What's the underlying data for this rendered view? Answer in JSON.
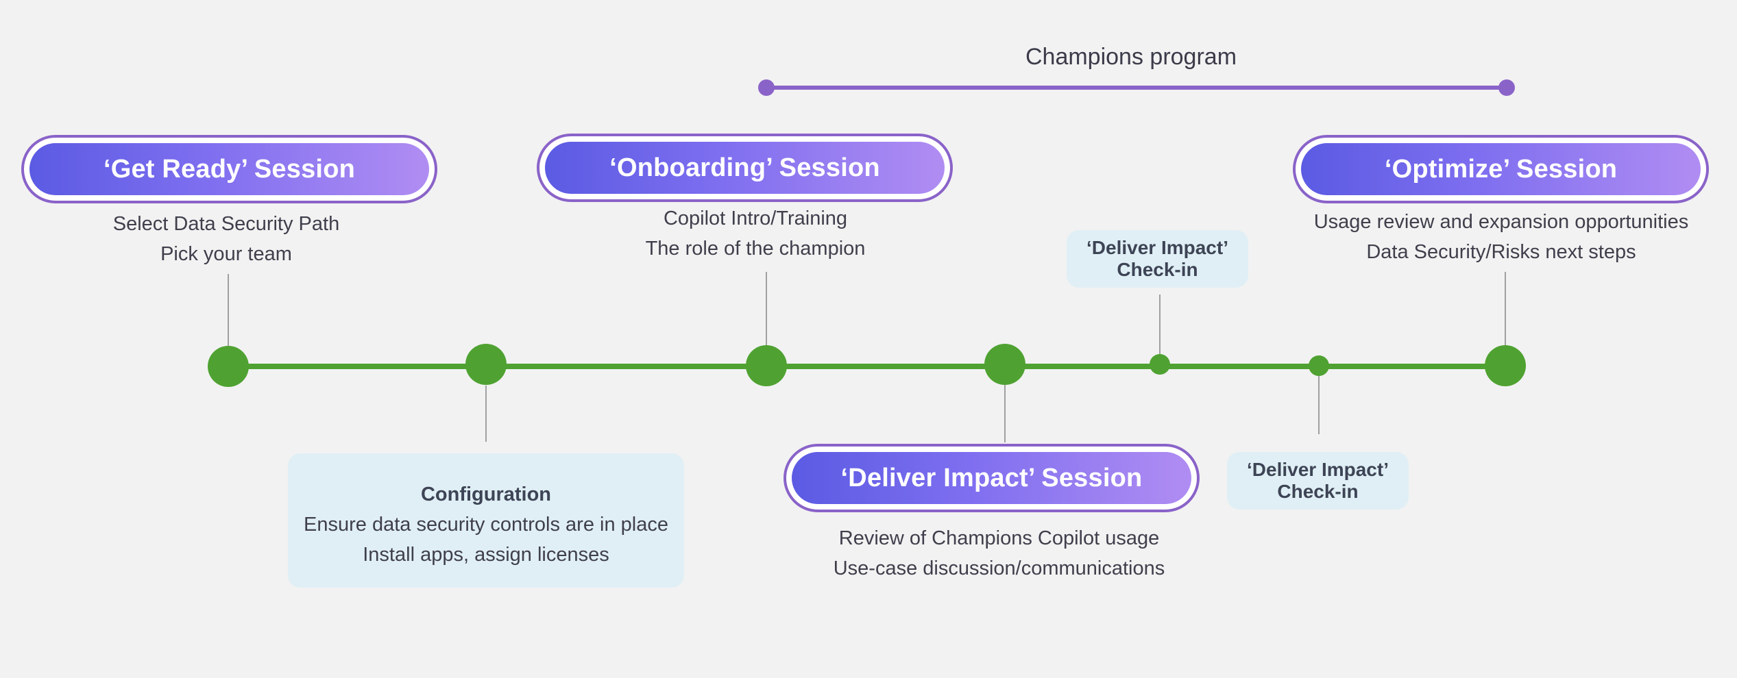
{
  "program": {
    "title": "Champions program"
  },
  "sessions": {
    "get_ready": {
      "title": "‘Get Ready’ Session",
      "lines": [
        "Select Data Security Path",
        "Pick your team"
      ]
    },
    "onboarding": {
      "title": "‘Onboarding’ Session",
      "lines": [
        "Copilot Intro/Training",
        "The role of the champion"
      ]
    },
    "deliver_impact": {
      "title": "‘Deliver Impact’ Session",
      "lines": [
        "Review of Champions Copilot usage",
        "Use-case discussion/communications"
      ]
    },
    "optimize": {
      "title": "‘Optimize’ Session",
      "lines": [
        "Usage review and expansion opportunities",
        "Data Security/Risks next steps"
      ]
    }
  },
  "configuration": {
    "title": "Configuration",
    "lines": [
      "Ensure data security controls are in place",
      "Install apps, assign licenses"
    ]
  },
  "checkins": [
    {
      "line1": "‘Deliver Impact’",
      "line2": "Check-in"
    },
    {
      "line1": "‘Deliver Impact’",
      "line2": "Check-in"
    }
  ],
  "colors": {
    "background": "#f2f2f2",
    "timeline_green": "#4fa231",
    "program_purple": "#8a63c9",
    "pill_gradient_start": "#5b5be3",
    "pill_gradient_end": "#b08df2",
    "info_box": "#e0eff5"
  }
}
